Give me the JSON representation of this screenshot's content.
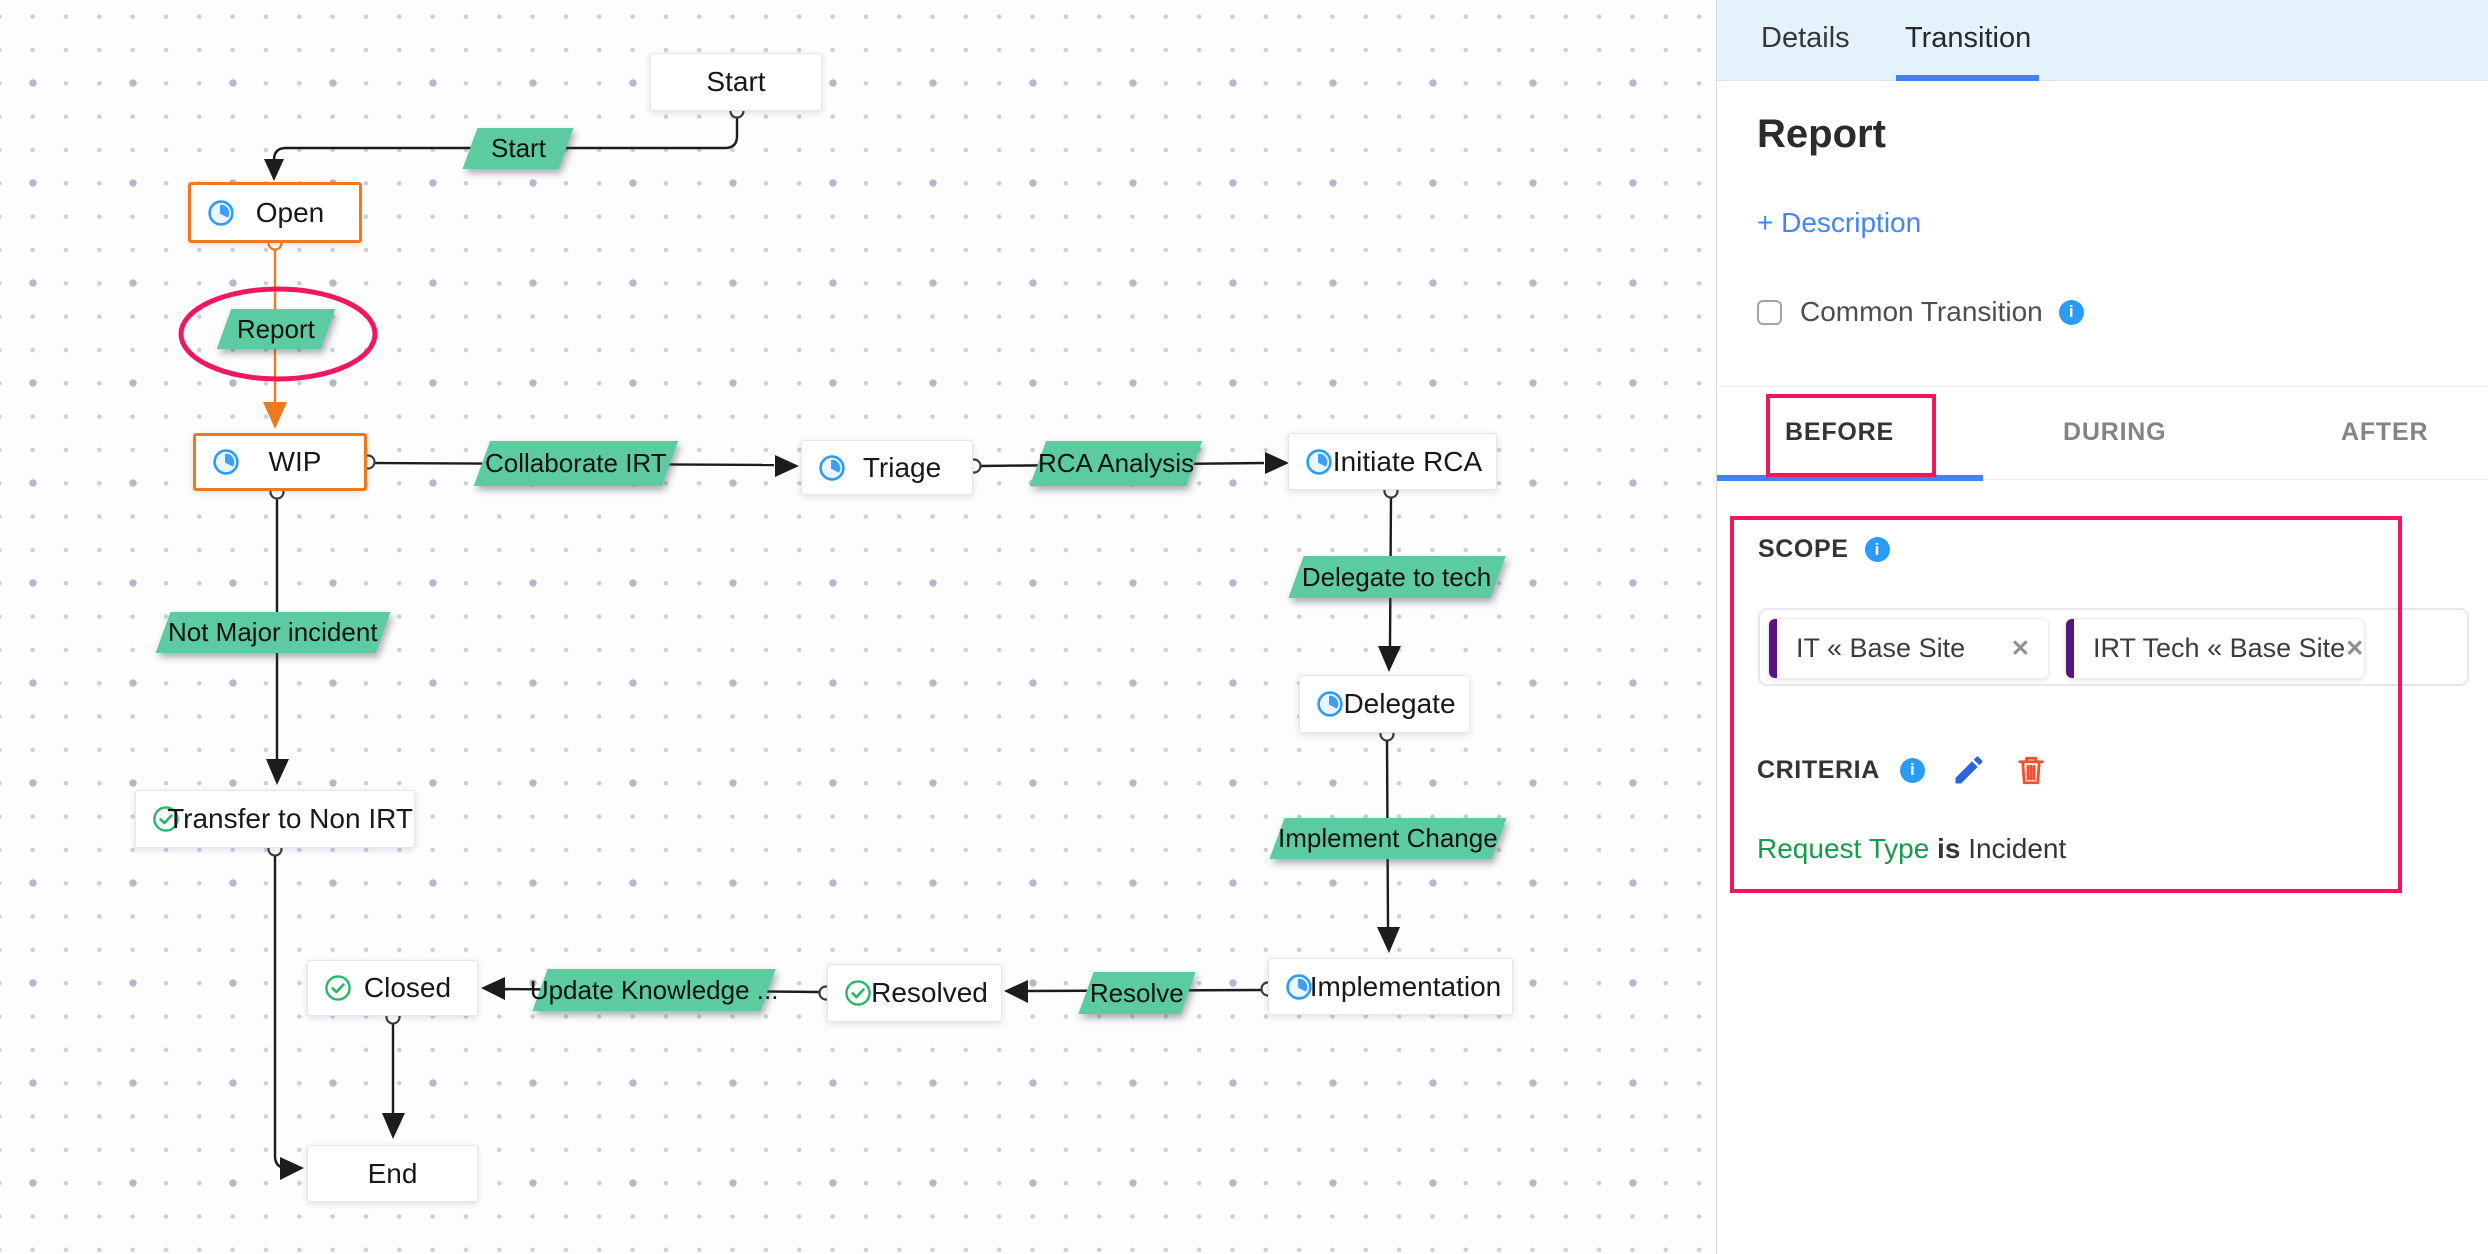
{
  "canvas": {
    "nodes": [
      {
        "label": "Start"
      },
      {
        "label": "Open"
      },
      {
        "label": "WIP"
      },
      {
        "label": "Triage"
      },
      {
        "label": "Initiate RCA"
      },
      {
        "label": "Delegate"
      },
      {
        "label": "Transfer to Non IRT"
      },
      {
        "label": "Implementation"
      },
      {
        "label": "Resolved"
      },
      {
        "label": "Closed"
      },
      {
        "label": "End"
      }
    ],
    "transitions": [
      {
        "label": "Start"
      },
      {
        "label": "Report"
      },
      {
        "label": "Collaborate IRT"
      },
      {
        "label": "RCA Analysis"
      },
      {
        "label": "Delegate to tech"
      },
      {
        "label": "Implement Change"
      },
      {
        "label": "Not Major incident"
      },
      {
        "label": "Resolve"
      },
      {
        "label": "Update Knowledge ..."
      }
    ],
    "colors": {
      "transition_fill": "#5dcba2",
      "highlight_border": "#f0791f",
      "annotation": "#f2175d"
    }
  },
  "panel": {
    "header_tabs": [
      {
        "label": "Details"
      },
      {
        "label": "Transition"
      }
    ],
    "active_header_tab": "Transition",
    "title": "Report",
    "description_link": "+ Description",
    "common_transition": {
      "label": "Common Transition",
      "checked": false
    },
    "phase_tabs": [
      {
        "label": "BEFORE"
      },
      {
        "label": "DURING"
      },
      {
        "label": "AFTER"
      }
    ],
    "active_phase_tab": "BEFORE",
    "scope": {
      "label": "SCOPE",
      "tags": [
        {
          "text": "IT « Base Site"
        },
        {
          "text": "IRT Tech « Base Site"
        }
      ]
    },
    "criteria": {
      "label": "CRITERIA",
      "rule": {
        "field": "Request Type",
        "operator": "is",
        "value": "Incident"
      }
    }
  },
  "icons": {
    "info": "i",
    "close": "✕"
  }
}
